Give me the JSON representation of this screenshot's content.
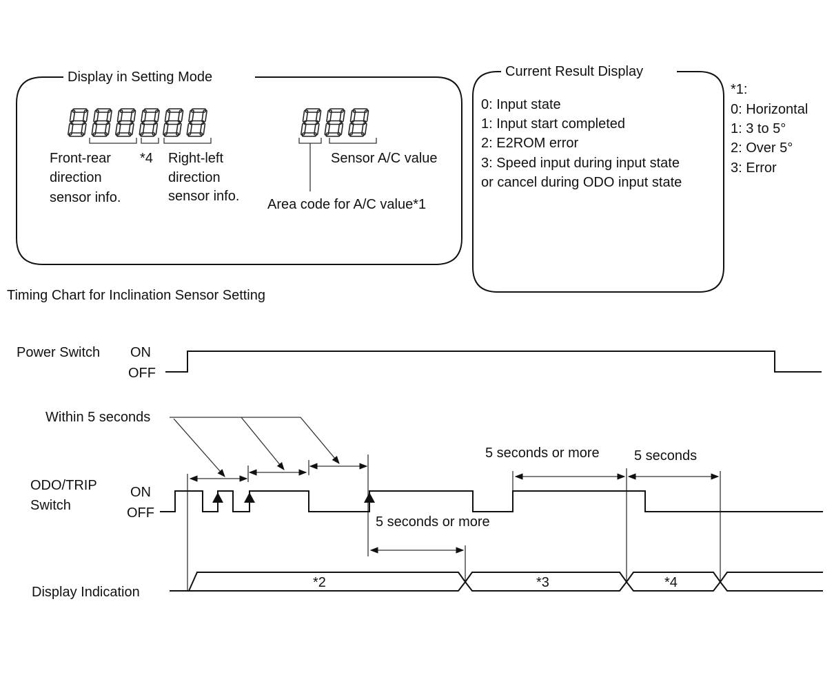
{
  "setting_mode": {
    "title": "Display in Setting Mode",
    "front_rear": [
      "Front-rear",
      "direction",
      "sensor info."
    ],
    "marker": "*4",
    "right_left": [
      "Right-left",
      "direction",
      "sensor info."
    ],
    "sensor_value": "Sensor A/C value",
    "area_code": "Area code for A/C value*1"
  },
  "current_result": {
    "title": "Current Result Display",
    "lines": [
      "0: Input state",
      "1: Input start completed",
      "2: E2ROM error",
      "3: Speed input during input state",
      "or cancel during ODO input state"
    ]
  },
  "note_1": {
    "title": "*1:",
    "lines": [
      "0: Horizontal",
      "1: 3 to 5°",
      "2: Over 5°",
      "3: Error"
    ]
  },
  "timing": {
    "title": "Timing Chart for Inclination Sensor Setting",
    "power_switch": {
      "label": "Power Switch",
      "on": "ON",
      "off": "OFF"
    },
    "odo_switch": {
      "label": [
        "ODO/TRIP",
        "Switch"
      ],
      "on": "ON",
      "off": "OFF"
    },
    "display_indication": "Display Indication",
    "within_5": "Within 5 seconds",
    "five_or_more_top": "5 seconds or more",
    "five_seconds": "5 seconds",
    "five_or_more_bottom": "5 seconds or more",
    "phases": [
      "*2",
      "*3",
      "*4"
    ]
  },
  "colors": {
    "line": "#111111",
    "background": "#ffffff"
  }
}
